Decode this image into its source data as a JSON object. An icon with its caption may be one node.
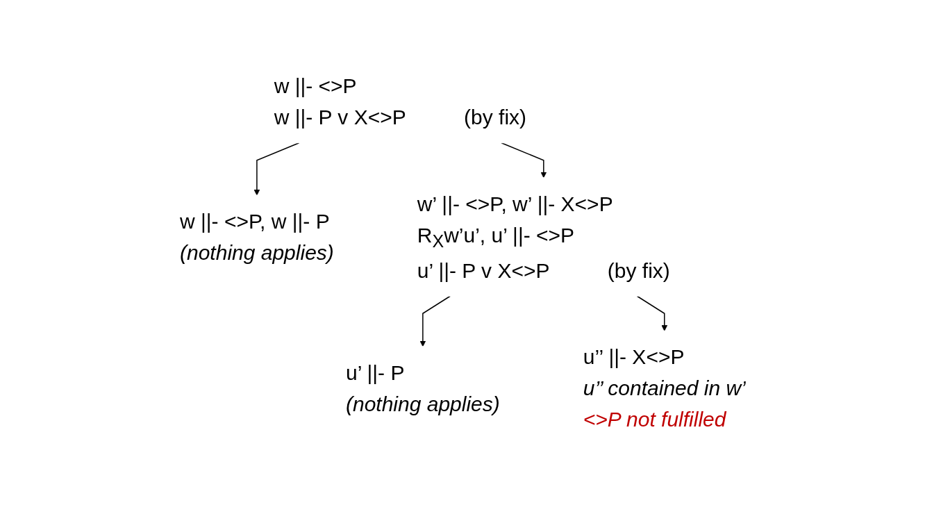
{
  "diagram": {
    "nodes": [
      {
        "text": [
          "w ||- <>P",
          "w ||- P v X<>P",
          "(by fix)"
        ]
      },
      {
        "text": [
          "w ||- <>P, w ||- P",
          "(nothing applies)"
        ]
      },
      {
        "text": [
          "w’ ||- <>P, w’ ||- X<>P",
          "R$_{X}$w’u’, u’ ||- <>P",
          "u’ ||- P v X<>P",
          "(by fix)"
        ]
      },
      {
        "text": [
          "u’ ||- P",
          "(nothing applies)"
        ]
      },
      {
        "text": [
          "u’’ ||- X<>P",
          "u’’ contained in w’",
          "<>P not fulfilled"
        ]
      }
    ],
    "edges": [
      {
        "from": 0,
        "to": 1,
        "arrow": "to"
      },
      {
        "from": 0,
        "to": 2,
        "arrow": "to"
      },
      {
        "from": 2,
        "to": 3,
        "arrow": "to"
      },
      {
        "from": 2,
        "to": 4,
        "arrow": "to"
      }
    ]
  }
}
